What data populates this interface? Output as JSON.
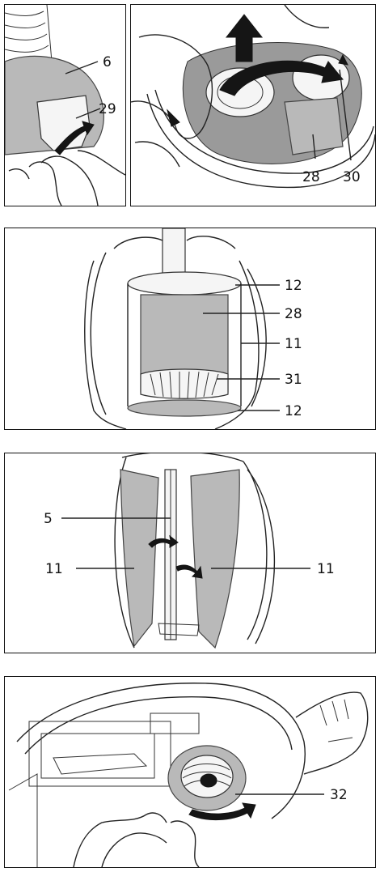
{
  "colors": {
    "line": "#222222",
    "panel_border": "#111111",
    "filter_grey": "#b9b9b9",
    "mesh_grey": "#9a9a9a",
    "arrow": "#151515"
  },
  "panels": {
    "top_left": {
      "callouts": [
        "6",
        "29"
      ]
    },
    "top_right": {
      "callouts": [
        "28",
        "30"
      ]
    },
    "filter": {
      "callouts": [
        "12",
        "28",
        "11",
        "31",
        "12"
      ]
    },
    "shells": {
      "callouts": [
        "5",
        "11",
        "11"
      ]
    },
    "hose": {
      "callouts": [
        "32"
      ]
    }
  }
}
